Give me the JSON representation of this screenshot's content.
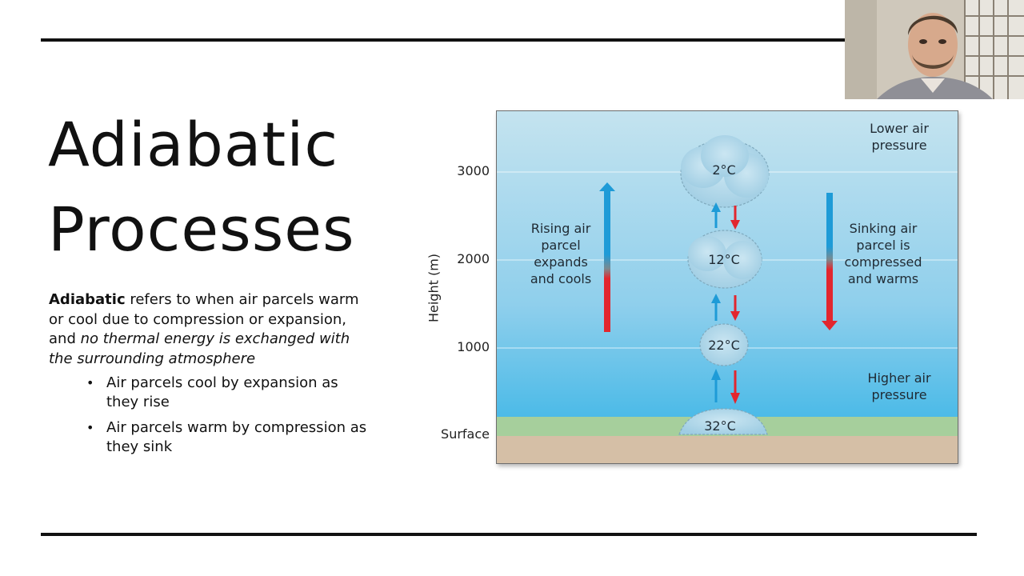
{
  "slide": {
    "title_line1": "Adiabatic",
    "title_line2": "Processes",
    "definition_term": "Adiabatic",
    "definition_rest": " refers to when air parcels warm or cool due to compression or expansion, and ",
    "definition_italic": "no thermal energy is exchanged with the surrounding atmosphere",
    "bullets": [
      "Air parcels cool by expansion as they rise",
      "Air parcels warm by compression as they sink"
    ]
  },
  "diagram": {
    "y_axis_label": "Height (m)",
    "ticks": [
      "3000",
      "2000",
      "1000",
      "Surface"
    ],
    "top_label": "Lower air\npressure",
    "bottom_label": "Higher air\npressure",
    "rising_label": "Rising air\nparcel\nexpands\nand cools",
    "sinking_label": "Sinking air\nparcel is\ncompressed\nand warms",
    "parcels": [
      "2°C",
      "12°C",
      "22°C",
      "32°C"
    ],
    "colors": {
      "cool_arrow": "#1e9bd7",
      "warm_arrow": "#e2262e",
      "sky_top": "#c4e3ef",
      "sky_bottom": "#30b2e6",
      "grass": "#a6cf9c",
      "ground": "#d5bfa6"
    }
  }
}
